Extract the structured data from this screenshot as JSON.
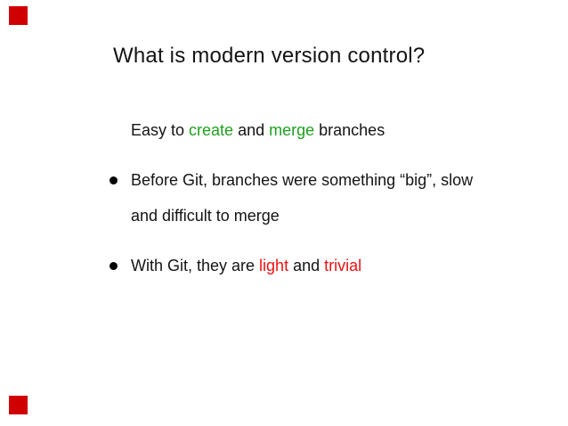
{
  "slide": {
    "title": "What is modern version control?",
    "colors": {
      "background": "#ffffff",
      "text": "#141414",
      "green": "#1fa01f",
      "red": "#ee1111",
      "marker_red": "#d10000"
    },
    "decorations": {
      "top_left_marker": "red-square",
      "bottom_left_marker": "red-square"
    },
    "body": {
      "items": [
        {
          "bullet": false,
          "segments": [
            {
              "text": "Easy to ",
              "color": "text"
            },
            {
              "text": "create",
              "color": "green"
            },
            {
              "text": " and ",
              "color": "text"
            },
            {
              "text": "merge",
              "color": "green"
            },
            {
              "text": " branches",
              "color": "text"
            }
          ]
        },
        {
          "bullet": true,
          "segments": [
            {
              "text": "Before Git, branches were something “big”, slow",
              "color": "text"
            },
            {
              "break": true
            },
            {
              "text": "and difficult to merge",
              "color": "text"
            }
          ]
        },
        {
          "bullet": true,
          "segments": [
            {
              "text": "With Git, they are ",
              "color": "text"
            },
            {
              "text": "light",
              "color": "red"
            },
            {
              "text": " and ",
              "color": "text"
            },
            {
              "text": "trivial",
              "color": "red"
            }
          ]
        }
      ]
    }
  }
}
